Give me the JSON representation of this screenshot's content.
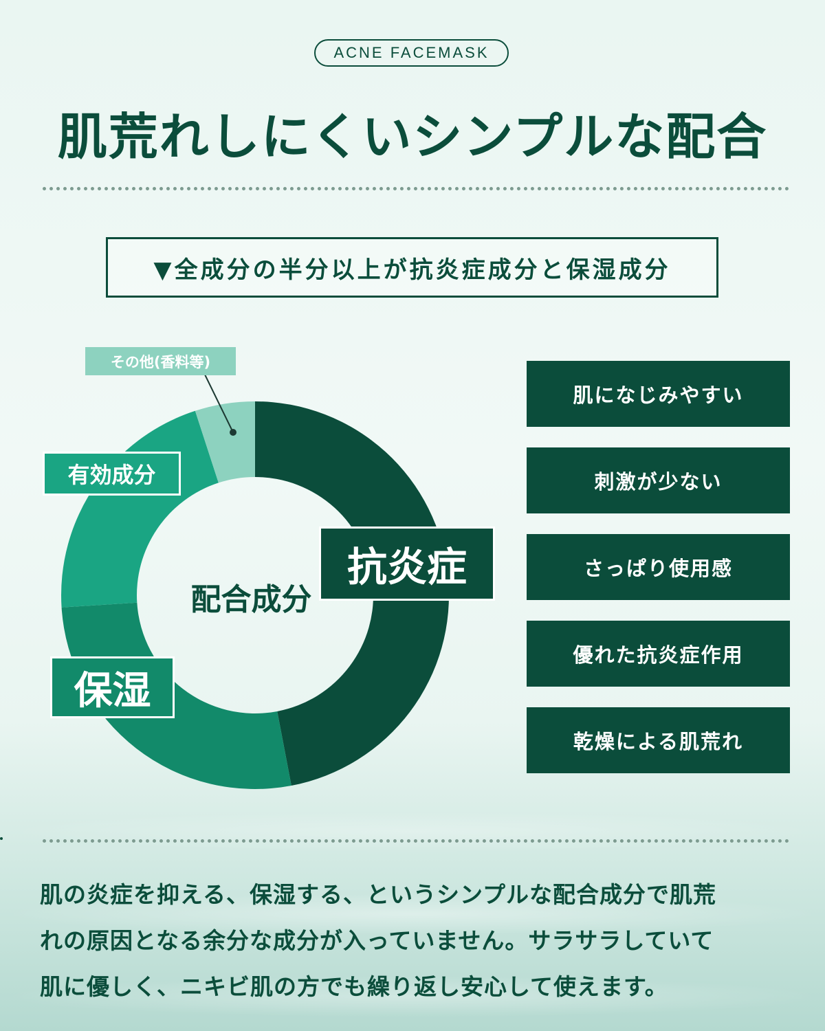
{
  "badge": "ACNE FACEMASK",
  "title": "肌荒れしにくいシンプルな配合",
  "subtitle": "▼全成分の半分以上が抗炎症成分と保湿成分",
  "chart_data": {
    "type": "pie",
    "donut": true,
    "center_label": "配合成分",
    "categories": [
      "抗炎症",
      "保湿",
      "有効成分",
      "その他(香料等)"
    ],
    "values": [
      47,
      27,
      21,
      5
    ],
    "colors": [
      "#0b4d3b",
      "#128a6a",
      "#1aa583",
      "#8dd2bf"
    ]
  },
  "features": [
    "肌になじみやすい",
    "刺激が少ない",
    "さっぱり使用感",
    "優れた抗炎症作用",
    "乾燥による肌荒れ"
  ],
  "description": [
    "肌の炎症を抑える、保湿する、というシンプルな配合成分で肌荒",
    "れの原因となる余分な成分が入っていません。サラサラしていて",
    "肌に優しく、ニキビ肌の方でも繰り返し安心して使えます。"
  ]
}
